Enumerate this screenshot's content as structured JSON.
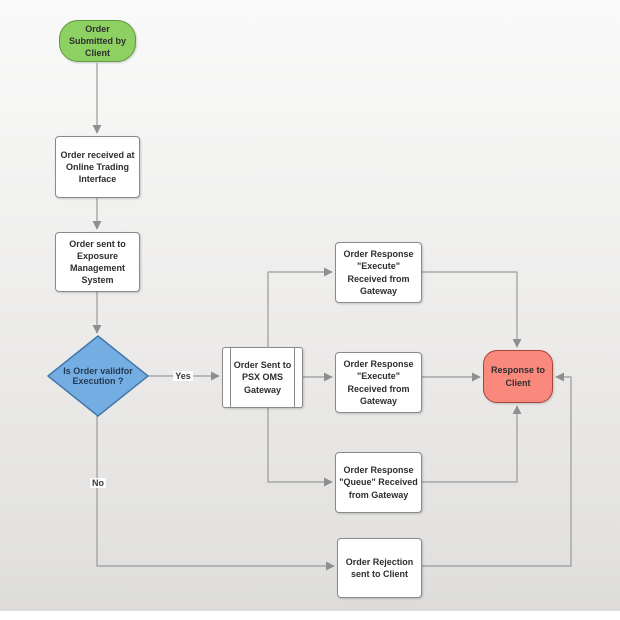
{
  "nodes": {
    "start": {
      "label": "Order Submitted by Client"
    },
    "received": {
      "label": "Order received at Online Trading Interface"
    },
    "exposure": {
      "label": "Order sent to Exposure Management System"
    },
    "decision": {
      "label": "Is Order validfor Execution ?"
    },
    "gateway": {
      "label": "Order Sent to PSX OMS Gateway"
    },
    "response_execute_top": {
      "label": "Order Response \"Execute\" Received from Gateway"
    },
    "response_execute_mid": {
      "label": "Order Response \"Execute\" Received from Gateway"
    },
    "response_queue": {
      "label": "Order Response \"Queue\" Received from Gateway"
    },
    "response_client": {
      "label": "Response to Client"
    },
    "rejection": {
      "label": "Order Rejection sent to Client"
    }
  },
  "edge_labels": {
    "yes": "Yes",
    "no": "No"
  },
  "colors": {
    "start_fill": "#8cd162",
    "start_border": "#5f9a3c",
    "decision_fill": "#74ade2",
    "decision_border": "#4579ac",
    "end_fill": "#f9897d",
    "end_border": "#a94438",
    "process_fill": "#ffffff",
    "process_border": "#8a8a8a",
    "connector": "#9a9a9a",
    "text": "#2e2e2e",
    "background_top": "#fafafa",
    "background_bottom": "#dddcda"
  }
}
